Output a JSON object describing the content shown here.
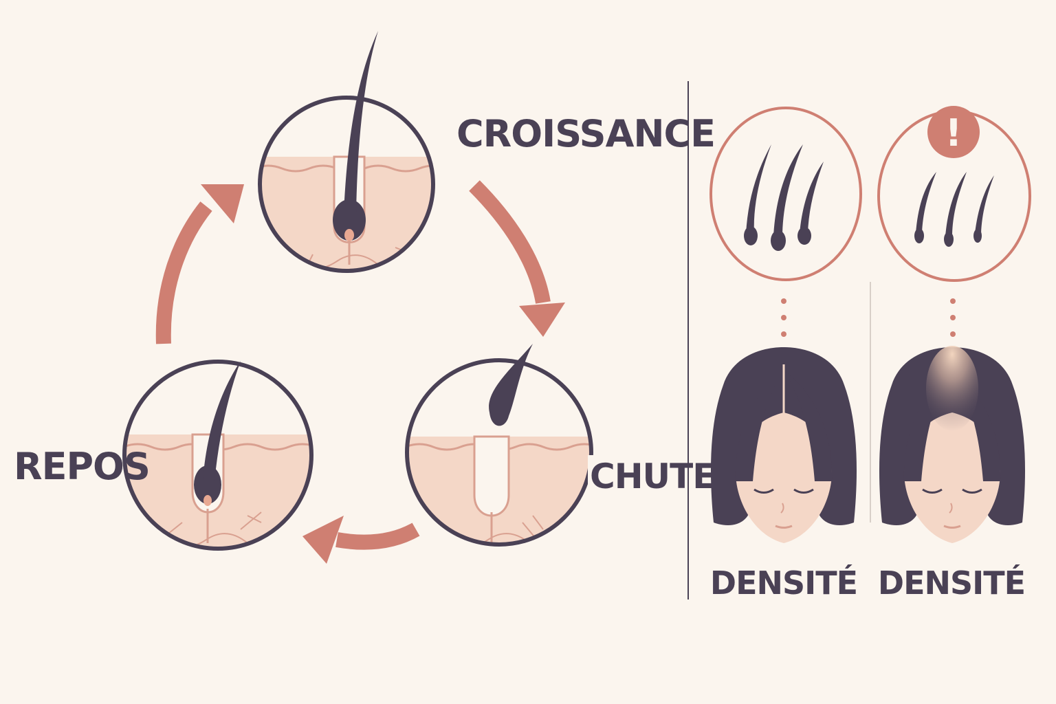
{
  "stages": {
    "growth": "CROISSANCE",
    "shedding": "CHUTE",
    "rest": "REPOS"
  },
  "density": {
    "normal_label": "DENSITÉ",
    "reduced_label": "DENSITÉ",
    "alert_symbol": "!"
  },
  "colors": {
    "background": "#fbf5ee",
    "outline": "#4a4155",
    "hair": "#4a4155",
    "accent": "#cf7f72",
    "skin": "#f4d7c7",
    "skin_line": "#d9a090"
  },
  "icons": [
    "cycle-arrow-icon",
    "alert-icon",
    "hair-follicle-icon",
    "woman-head-icon"
  ]
}
